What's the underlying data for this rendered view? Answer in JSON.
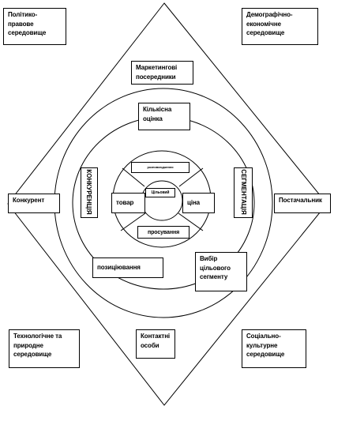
{
  "environment": {
    "political": "Політико-правове середовище",
    "demographic": "Демографічно-економічне середовище",
    "technological": "Технологічне та природне середовище",
    "social": "Соціально-культурне середовище"
  },
  "actors": {
    "intermediaries": "Маркетингові посередники",
    "competitor": "Конкурент",
    "supplier": "Постачальник",
    "contacts": "Контактні особи"
  },
  "middle_ring": {
    "quant_assessment": "Кількісна оцінка",
    "positioning": "позиціювання",
    "target_segment": "Вибір цільового сегменту",
    "left_vertical": "КОНКУРЕНЦІЯ",
    "right_vertical": "СЕГМЕНТАЦІЯ"
  },
  "inner_circle": {
    "distribution": "розповсюдження",
    "product": "товар",
    "price": "ціна",
    "promotion": "просування",
    "center": "Цільовий"
  }
}
